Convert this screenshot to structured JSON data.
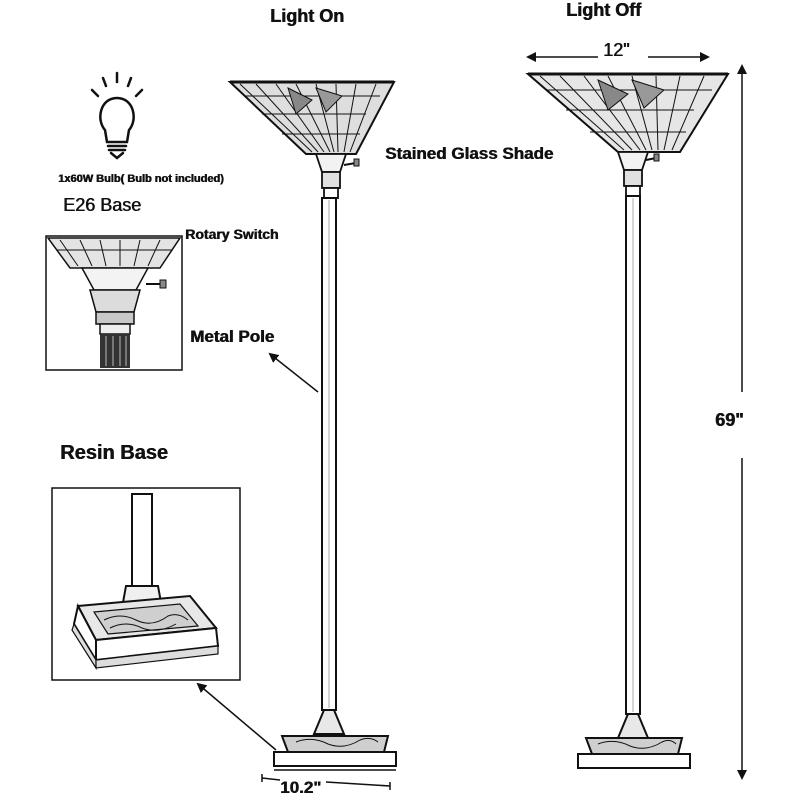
{
  "labels": {
    "light_on": "Light On",
    "light_off": "Light Off",
    "stained_glass_shade": "Stained Glass Shade",
    "bulb_spec": "1x60W Bulb( Bulb not included)",
    "e26_base": "E26 Base",
    "rotary_switch": "Rotary Switch",
    "metal_pole": "Metal Pole",
    "resin_base": "Resin Base"
  },
  "dimensions": {
    "shade_width": "12\"",
    "height": "69\"",
    "base_width": "10.2\""
  },
  "colors": {
    "ink": "#111111",
    "background": "#ffffff"
  },
  "icons": [
    "light-bulb-icon",
    "floor-lamp-illustration",
    "switch-detail-inset",
    "resin-base-detail-inset"
  ]
}
